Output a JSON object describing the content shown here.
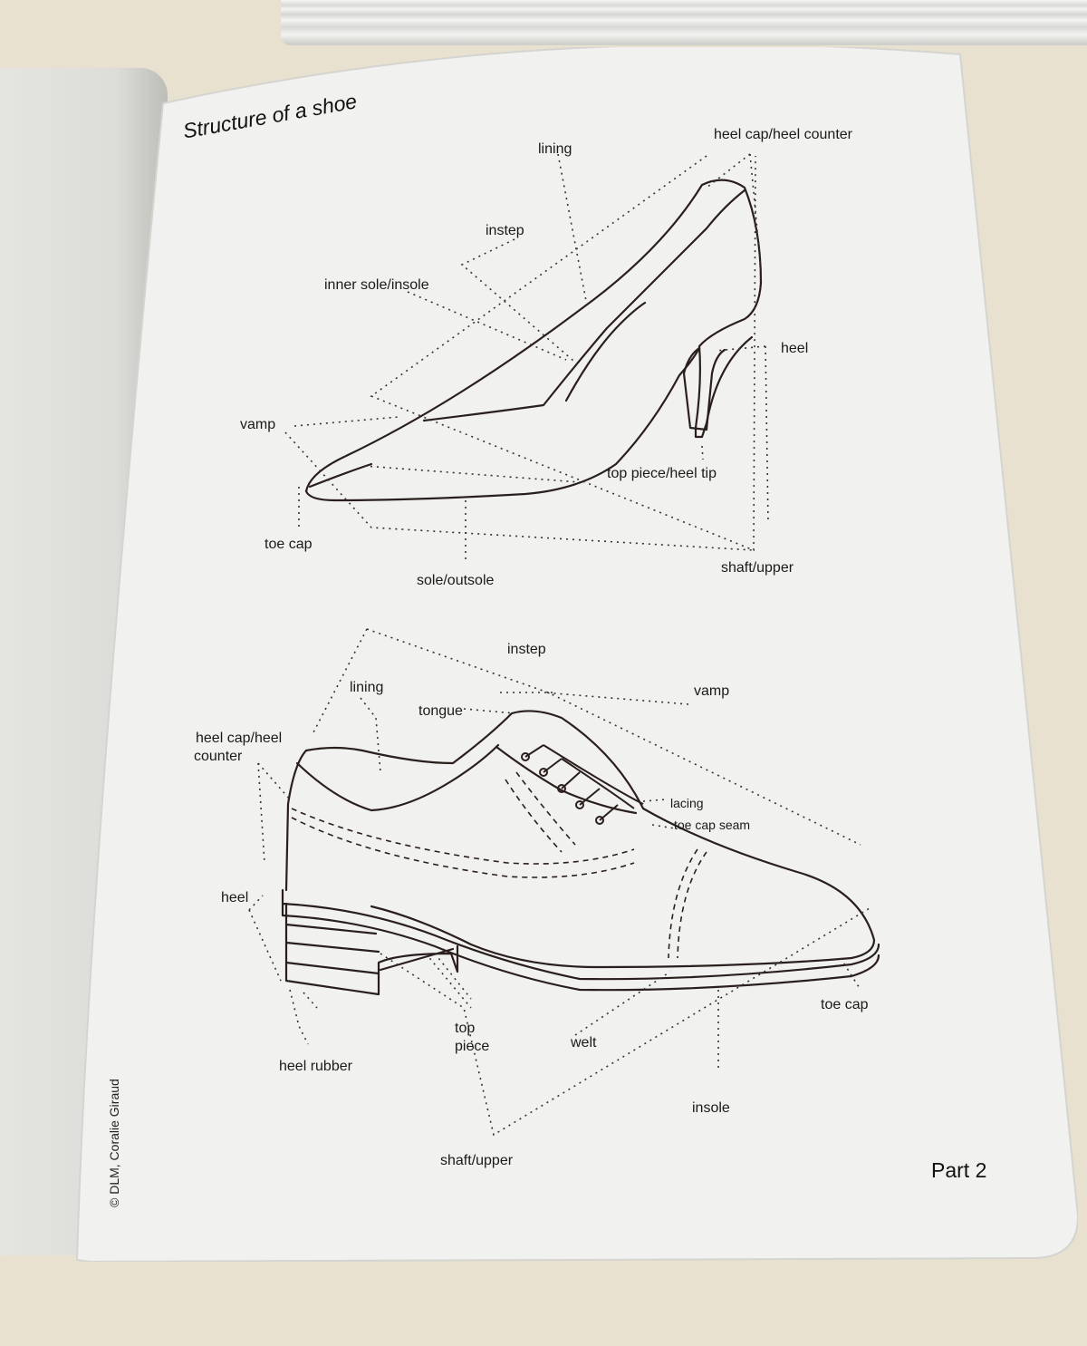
{
  "title": "Structure of a shoe",
  "page_label": "Part 2",
  "credit": "© DLM, Coralie Giraud",
  "pump_labels": {
    "lining": "lining",
    "heel_cap": "heel cap/heel counter",
    "instep": "instep",
    "inner_sole": "inner sole/insole",
    "heel": "heel",
    "vamp": "vamp",
    "top_piece": "top piece/heel tip",
    "toe_cap": "toe cap",
    "shaft": "shaft/upper",
    "sole": "sole/outsole"
  },
  "oxford_labels": {
    "instep": "instep",
    "lining": "lining",
    "vamp": "vamp",
    "tongue": "tongue",
    "heel_cap_line1": "heel cap/heel",
    "heel_cap_line2": "counter",
    "lacing": "lacing",
    "toe_cap_seam": "toe cap seam",
    "heel": "heel",
    "top_piece_line1": "top",
    "top_piece_line2": "piece",
    "welt": "welt",
    "toe_cap": "toe cap",
    "heel_rubber": "heel rubber",
    "insole": "insole",
    "shaft": "shaft/upper"
  },
  "colors": {
    "page": "#f1f1ef",
    "ink": "#2a1f1c"
  }
}
